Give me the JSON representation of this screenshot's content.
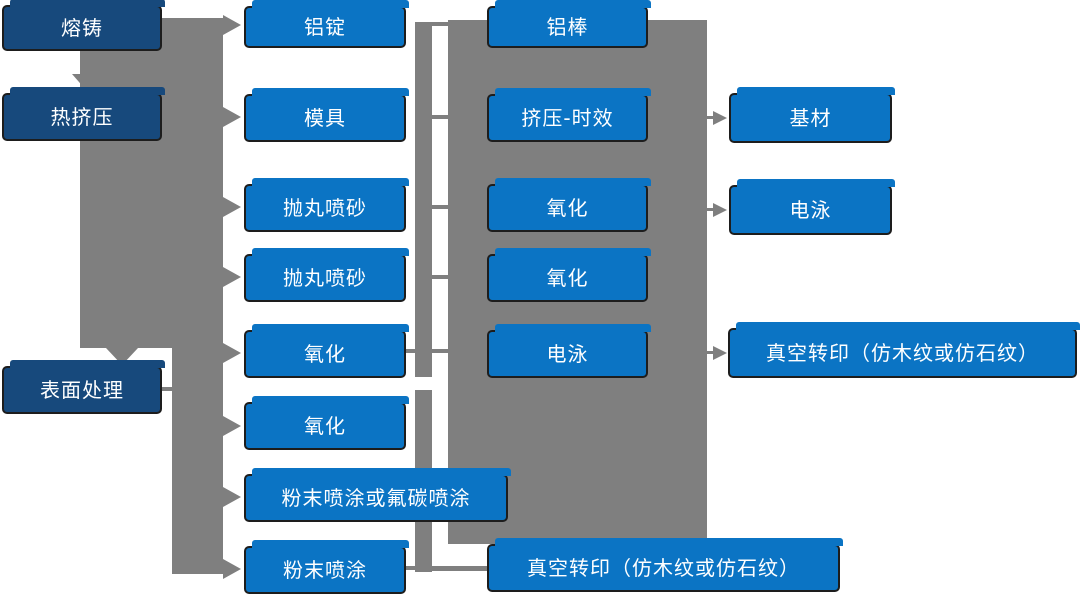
{
  "diagram_type": "process-flowchart",
  "colors": {
    "node_blue": "#0b74c4",
    "node_navy": "#17497c",
    "connector_gray": "#7f7f7f",
    "node_border": "#1d1d1d",
    "node_text": "#ffffff"
  },
  "nodes": {
    "melting_casting": {
      "label": "熔铸"
    },
    "hot_extrusion": {
      "label": "热挤压"
    },
    "surface_treatment": {
      "label": "表面处理"
    },
    "aluminum_ingot": {
      "label": "铝锭"
    },
    "mold": {
      "label": "模具"
    },
    "shot_blast_1": {
      "label": "抛丸喷砂"
    },
    "shot_blast_2": {
      "label": "抛丸喷砂"
    },
    "oxidation_1": {
      "label": "氧化"
    },
    "oxidation_2": {
      "label": "氧化"
    },
    "powder_or_fluorocarbon": {
      "label": "粉末喷涂或氟碳喷涂"
    },
    "powder_coating": {
      "label": "粉末喷涂"
    },
    "aluminum_rod": {
      "label": "铝棒"
    },
    "extrusion_aging": {
      "label": "挤压-时效"
    },
    "oxidation_3": {
      "label": "氧化"
    },
    "oxidation_4": {
      "label": "氧化"
    },
    "electrophoresis_1": {
      "label": "电泳"
    },
    "vacuum_transfer_1": {
      "label": "真空转印（仿木纹或仿石纹）"
    },
    "base_material": {
      "label": "基材"
    },
    "electrophoresis_2": {
      "label": "电泳"
    },
    "vacuum_transfer_2": {
      "label": "真空转印（仿木纹或仿石纹）"
    }
  }
}
